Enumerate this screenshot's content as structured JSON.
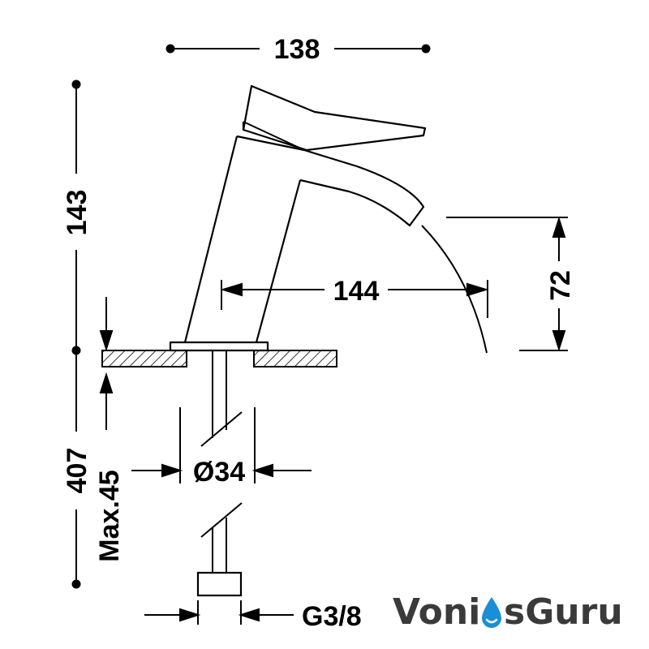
{
  "dimensions": {
    "width_top": "138",
    "height_total": "143",
    "spout_reach": "144",
    "spout_height": "72",
    "hose_length": "407",
    "deck_thickness": "Max.45",
    "hole_diameter": "Ø34",
    "connection_thread": "G3/8"
  },
  "logo": {
    "part1": "Voni",
    "part2": "sGuru",
    "primary_color": "#3a3a3a",
    "drop_color": "#1a8fd6"
  },
  "colors": {
    "line": "#000000",
    "background": "#ffffff"
  }
}
